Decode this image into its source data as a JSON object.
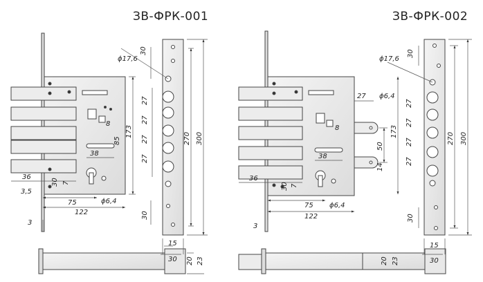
{
  "models": [
    {
      "title": "ЗВ-ФРК-001",
      "dims": {
        "d30_top": "30",
        "d176": "ϕ17,6",
        "d27a": "27",
        "d27b": "27",
        "d27c": "27",
        "d27d": "27",
        "d270": "270",
        "d300": "300",
        "d173": "173",
        "d85": "85",
        "d8": "8",
        "d38": "38",
        "d36": "36",
        "d35": "3,5",
        "d30_left": "30",
        "d7": "7",
        "d75": "75",
        "d122": "122",
        "d64": "ϕ6,4",
        "d3": "3",
        "d30_bot": "30",
        "d15": "15",
        "d30_bottom": "30",
        "d20": "20",
        "d23": "23"
      }
    },
    {
      "title": "ЗВ-ФРК-002",
      "dims": {
        "d30_top": "30",
        "d176": "ϕ17,6",
        "d27a": "27",
        "d27b": "27",
        "d27c": "27",
        "d27d": "27",
        "d270": "270",
        "d300": "300",
        "d173": "173",
        "d27h": "27",
        "d64h": "ϕ6,4",
        "d50": "50",
        "d14": "14",
        "d8": "8",
        "d38": "38",
        "d36": "36",
        "d30_left": "30",
        "d7": "7",
        "d75": "75",
        "d122": "122",
        "d64": "ϕ6,4",
        "d3": "3",
        "d30_bot": "30",
        "d15": "15",
        "d30_bottom": "30",
        "d20": "20",
        "d23": "23"
      }
    }
  ]
}
